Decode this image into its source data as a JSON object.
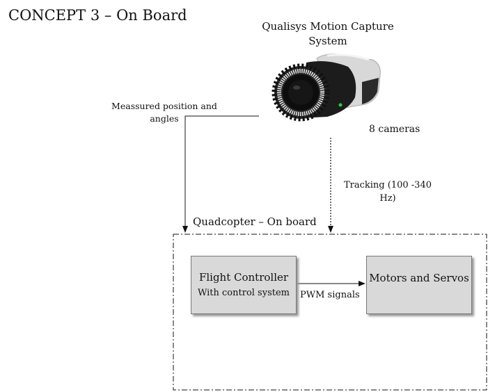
{
  "title": "CONCEPT 3 – On Board",
  "mocap": {
    "title": "Qualisys Motion Capture System",
    "camera_count": "8 cameras",
    "icon": "motion-capture-camera"
  },
  "links": {
    "measured": "Meassured position and angles",
    "tracking": "Tracking (100 -340 Hz)",
    "pwm": "PWM signals"
  },
  "quadcopter": {
    "title": "Quadcopter – On board",
    "flight_controller": {
      "label": "Flight Controller",
      "sub": "With control system"
    },
    "motors": {
      "label": "Motors and Servos"
    }
  },
  "colors": {
    "box_fill": "#d9d9d9",
    "camera_body": "#1c1c1c",
    "camera_shell": "#d8d8d8",
    "ring_led": "#e6e6e6",
    "status_led": "#2ecc40"
  }
}
